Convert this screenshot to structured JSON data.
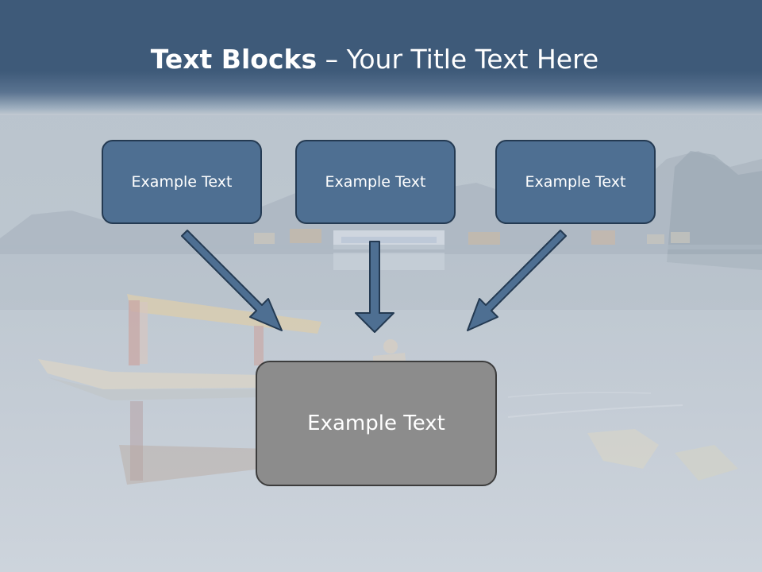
{
  "slide": {
    "title_bold": "Text Blocks",
    "title_dash": " – ",
    "title_rest": "Your Title Text Here"
  },
  "blocks": {
    "top": [
      "Example Text",
      "Example Text",
      "Example Text"
    ],
    "bottom": "Example Text"
  },
  "colors": {
    "header": "#3e5a79",
    "box_fill": "#4e6f92",
    "box_border": "#243a52",
    "bottom_box_fill": "#8c8c8c",
    "arrow_fill": "#4e6f92"
  },
  "icons": {
    "arrows": [
      "arrow-down-right-icon",
      "arrow-down-icon",
      "arrow-down-left-icon"
    ]
  }
}
